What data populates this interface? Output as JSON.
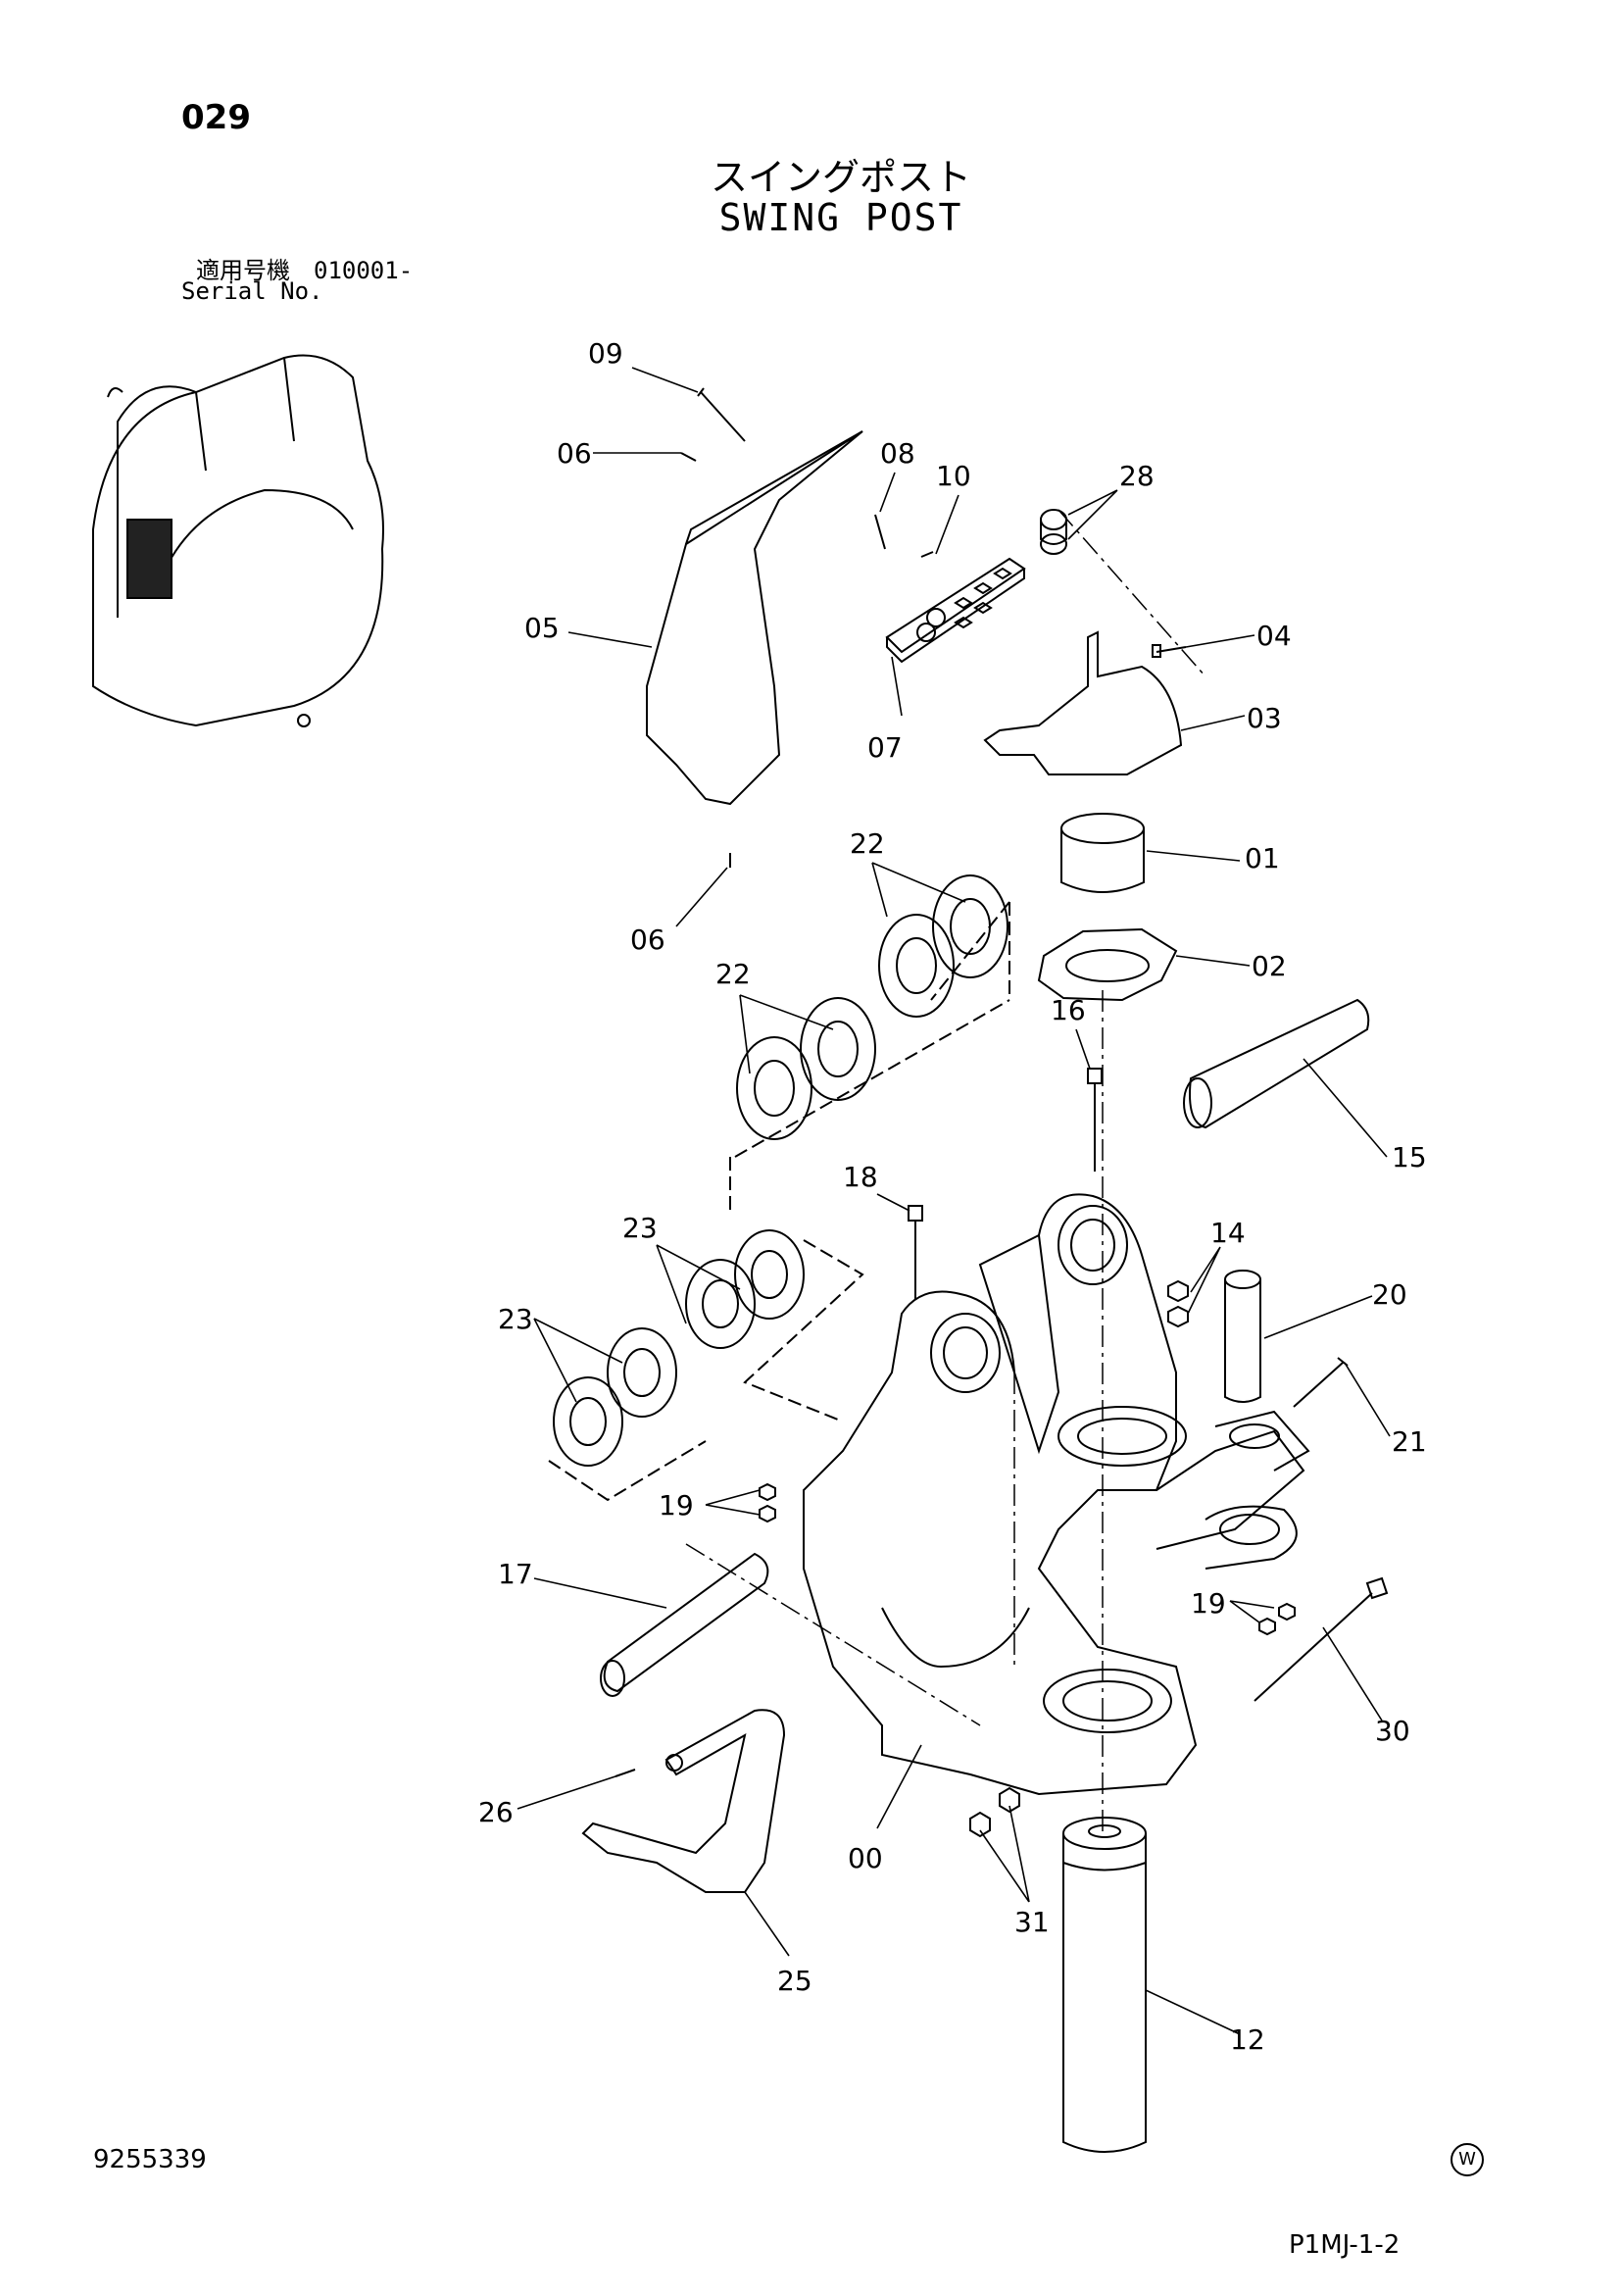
{
  "page_number": "029",
  "title_jp": "スイングポスト",
  "title_en": "SWING POST",
  "serial_jp": "適用号機　010001-",
  "serial_en": "Serial No.",
  "doc_number": "9255339",
  "w_mark": "W",
  "page_code": "P1MJ-1-2",
  "callouts": [
    "09",
    "06",
    "08",
    "10",
    "28",
    "05",
    "04",
    "03",
    "07",
    "06",
    "01",
    "02",
    "22",
    "22",
    "16",
    "15",
    "18",
    "14",
    "23",
    "20",
    "23",
    "21",
    "19",
    "17",
    "19",
    "30",
    "26",
    "00",
    "31",
    "25",
    "12"
  ]
}
